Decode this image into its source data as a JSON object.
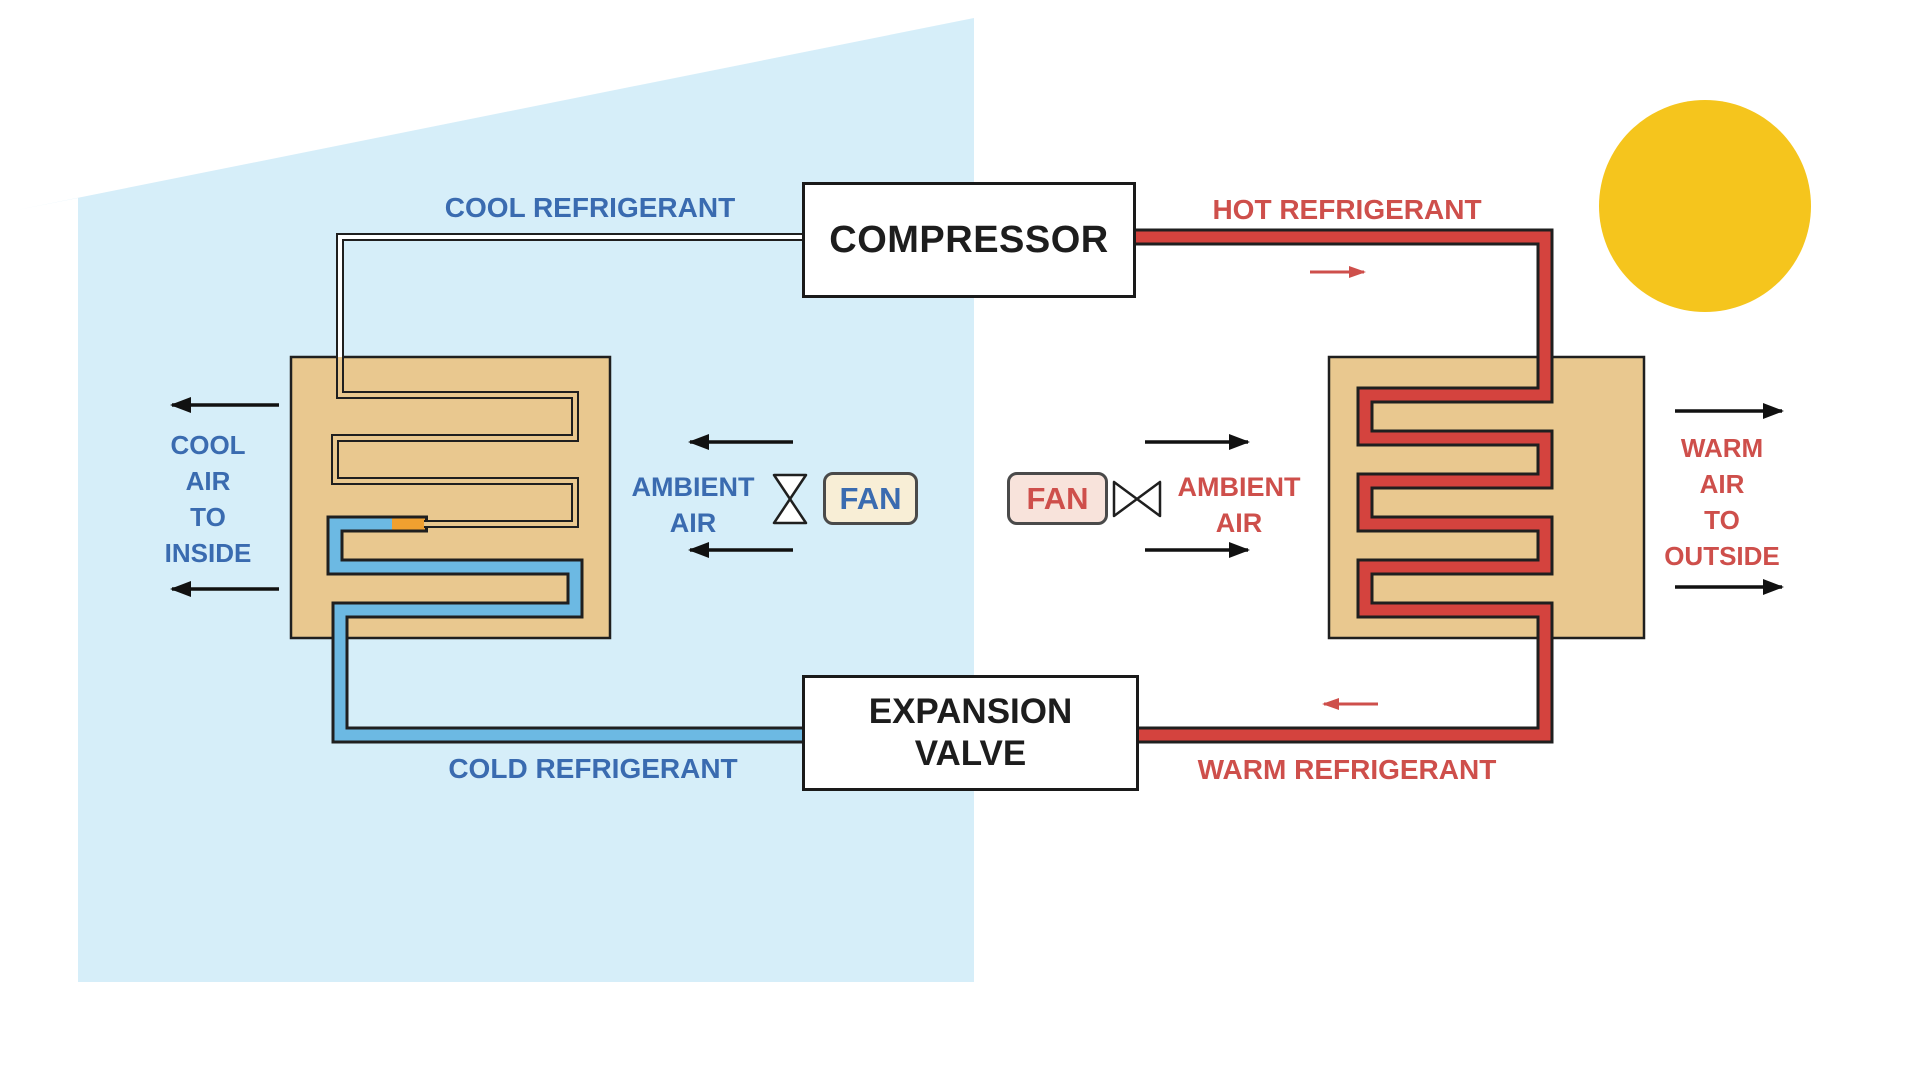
{
  "diagram": {
    "components": {
      "compressor": "COMPRESSOR",
      "expansion_valve_line1": "EXPANSION",
      "expansion_valve_line2": "VALVE",
      "fan_left": "FAN",
      "fan_right": "FAN"
    },
    "pipes": {
      "cool_refrigerant": "COOL REFRIGERANT",
      "hot_refrigerant": "HOT REFRIGERANT",
      "cold_refrigerant": "COLD REFRIGERANT",
      "warm_refrigerant": "WARM REFRIGERANT"
    },
    "air_labels": {
      "cool_air": [
        "COOL",
        "AIR",
        "TO",
        "INSIDE"
      ],
      "warm_air": [
        "WARM",
        "AIR",
        "TO",
        "OUTSIDE"
      ],
      "ambient_left": [
        "AMBIENT",
        "AIR"
      ],
      "ambient_right": [
        "AMBIENT",
        "AIR"
      ]
    },
    "colors": {
      "house": "#D6EEF9",
      "coil_block": "#E9C88F",
      "hot_pipe": "#D4433E",
      "cold_pipe": "#6CB9E3",
      "transition": "#F0A030",
      "sun": "#F5C51D",
      "blue_text": "#3A6BB0",
      "red_text": "#CE4F4B",
      "outline": "#1F1F1F"
    }
  }
}
